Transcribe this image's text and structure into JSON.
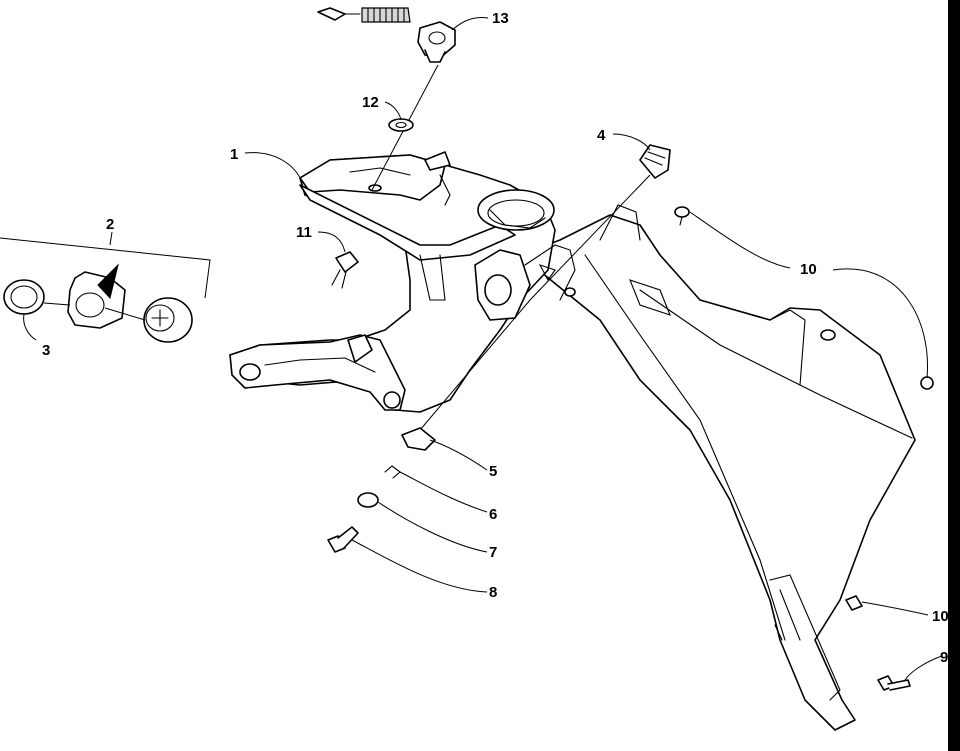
{
  "callouts": {
    "c1": "1",
    "c2": "2",
    "c3": "3",
    "c4": "4",
    "c5": "5",
    "c6": "6",
    "c7": "7",
    "c8": "8",
    "c9": "9",
    "c10a": "10",
    "c10b": "10",
    "c11": "11",
    "c12": "12",
    "c13": "13"
  },
  "colors": {
    "line": "#000000",
    "background": "#ffffff",
    "shade": "#d8d8d8"
  }
}
